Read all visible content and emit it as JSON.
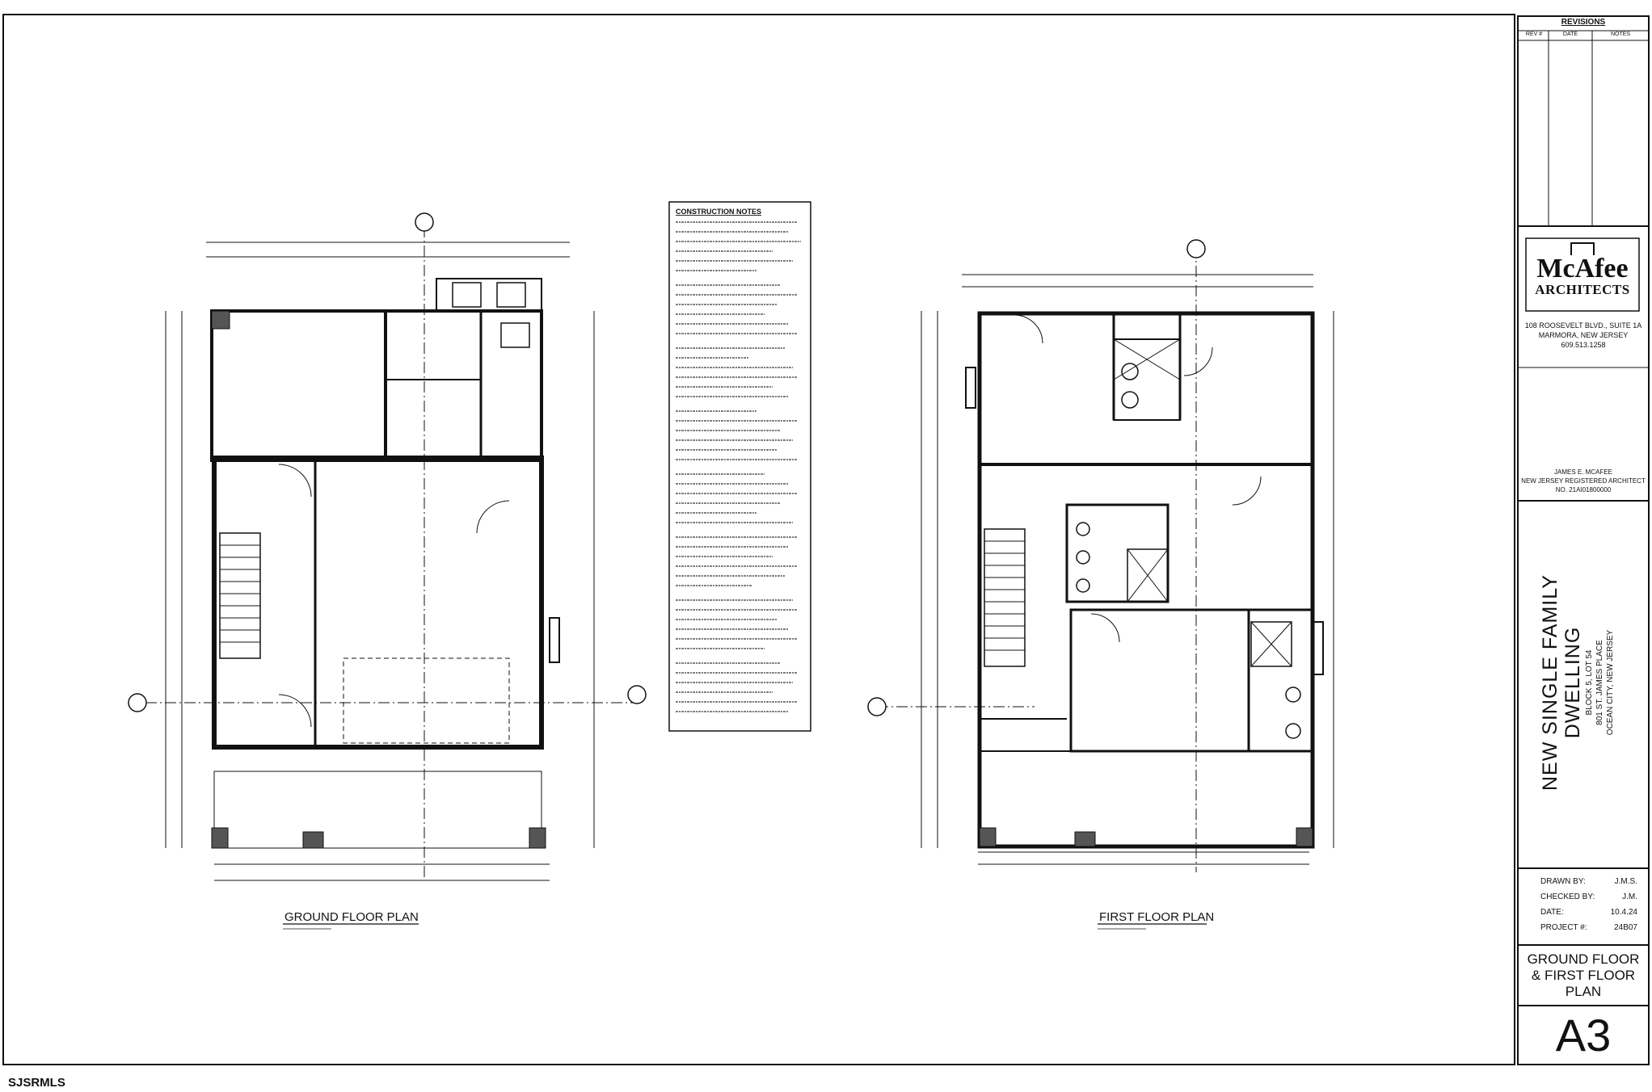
{
  "ground_floor": {
    "title": "GROUND FLOOR PLAN"
  },
  "first_floor": {
    "title": "FIRST FLOOR PLAN"
  },
  "notes": {
    "title": "CONSTRUCTION NOTES"
  },
  "revisions": {
    "title": "REVISIONS",
    "headers": [
      "REV #",
      "DATE",
      "NOTES"
    ]
  },
  "firm": {
    "logo_line1": "McAfee",
    "logo_line2": "ARCHITECTS",
    "address1": "108 ROOSEVELT BLVD., SUITE 1A",
    "address2": "MARMORA, NEW JERSEY",
    "phone": "609.513.1258"
  },
  "architect": {
    "name": "JAMES E. MCAFEE",
    "license": "NEW JERSEY REGISTERED ARCHITECT",
    "number": "NO. 21AI01800000"
  },
  "project": {
    "title1": "NEW SINGLE FAMILY",
    "title2": "DWELLING",
    "block_lot": "BLOCK 5, LOT 54",
    "street": "801 ST. JAMES PLACE",
    "city": "OCEAN CITY, NEW JERSEY"
  },
  "info": [
    {
      "label": "DRAWN BY:",
      "value": "J.M.S."
    },
    {
      "label": "CHECKED BY:",
      "value": "J.M."
    },
    {
      "label": "DATE:",
      "value": "10.4.24"
    },
    {
      "label": "PROJECT #:",
      "value": "24B07"
    }
  ],
  "sheet": {
    "title_line1": "GROUND FLOOR",
    "title_line2": "& FIRST FLOOR",
    "title_line3": "PLAN",
    "number": "A3"
  },
  "watermark": "SJSRMLS"
}
